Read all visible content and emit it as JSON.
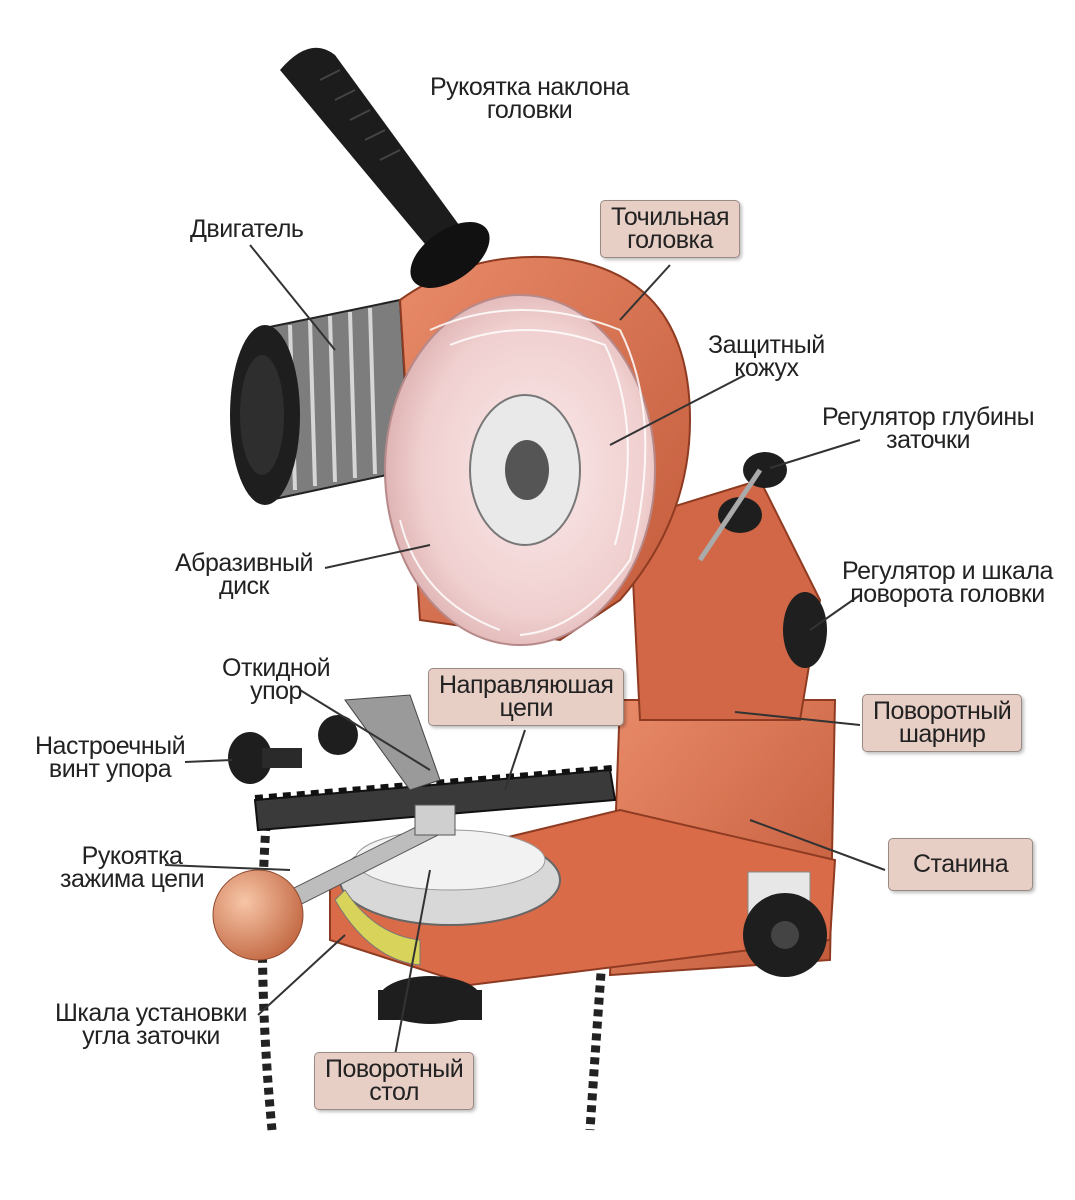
{
  "labels": {
    "tilt_handle": {
      "line1": "Рукоятка наклона",
      "line2": "головки"
    },
    "motor": {
      "line1": "Двигатель"
    },
    "grinding_head": {
      "line1": "Точильная",
      "line2": "головка"
    },
    "guard": {
      "line1": "Защитный",
      "line2": "кожух"
    },
    "depth_regulator": {
      "line1": "Регулятор глубины",
      "line2": "заточки"
    },
    "abrasive_disc": {
      "line1": "Абразивный",
      "line2": "диск"
    },
    "rotation_regulator": {
      "line1": "Регулятор и шкала",
      "line2": "поворота головки"
    },
    "folding_stop": {
      "line1": "Откидной",
      "line2": "упор"
    },
    "chain_guide": {
      "line1": "Направляюшая",
      "line2": "цепи"
    },
    "adjust_screw": {
      "line1": "Настроечный",
      "line2": "винт упора"
    },
    "swivel_joint": {
      "line1": "Поворотный",
      "line2": "шарнир"
    },
    "clamp_handle": {
      "line1": "Рукоятка",
      "line2": "зажима цепи"
    },
    "base": {
      "line1": "Станина"
    },
    "angle_scale": {
      "line1": "Шкала установки",
      "line2": "угла заточки"
    },
    "rotary_table": {
      "line1": "Поворотный",
      "line2": "стол"
    }
  },
  "colors": {
    "machine_body": "#d9714f",
    "machine_dark": "#a9472e",
    "disc": "#f1d4d4",
    "motor": "#2a2a2a",
    "label_box": "#e8cfc6"
  }
}
